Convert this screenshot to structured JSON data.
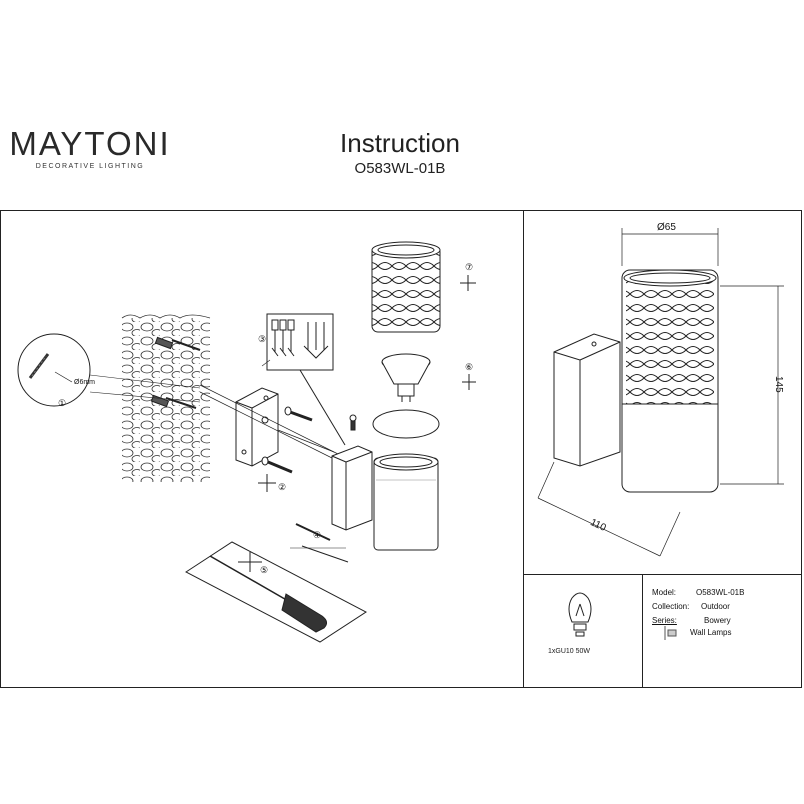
{
  "header": {
    "brand_name": "MAYTONI",
    "brand_sub": "DECORATIVE LIGHTING",
    "title": "Instruction",
    "model_code": "O583WL-01B"
  },
  "dimensions": {
    "diameter": "Ø65",
    "height": "145",
    "depth": "110"
  },
  "callouts": [
    "①",
    "②",
    "③",
    "④",
    "⑤",
    "⑥",
    "⑦"
  ],
  "drill_label": "Ø6mm",
  "bulb_label": "1xGU10 50W",
  "specs": {
    "model_label": "Model:",
    "model_value": "O583WL-01B",
    "collection_label": "Collection:",
    "collection_value": "Outdoor",
    "series_label": "Series:",
    "series_value": "Bowery",
    "type_value": "Wall Lamps"
  }
}
